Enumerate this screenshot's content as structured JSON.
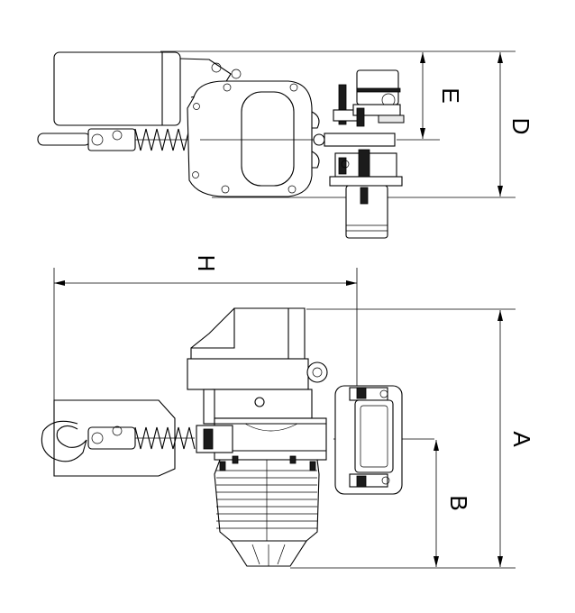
{
  "dimensions": {
    "top_view": {
      "E": "E",
      "D": "D"
    },
    "side_view": {
      "H": "H",
      "A": "A",
      "B": "B"
    }
  }
}
